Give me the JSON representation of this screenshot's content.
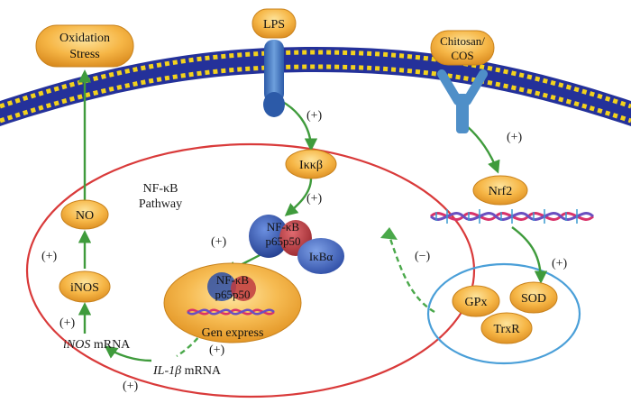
{
  "nodes": {
    "oxidation_stress": [
      "Oxidation",
      "Stress"
    ],
    "lps": "LPS",
    "chitosan": [
      "Chitosan/",
      "COS"
    ],
    "ikkb": "Iκκβ",
    "nrf2": "Nrf2",
    "nfkb_complex": [
      "NF-κB",
      "p65p50"
    ],
    "ikba": "IκBα",
    "nfkb_nucleus": [
      "NF-κB",
      "p65p50"
    ],
    "gen_express": "Gen express",
    "no": "NO",
    "inos": "iNOS",
    "gpx": "GPx",
    "sod": "SOD",
    "trxr": "TrxR"
  },
  "pathway_label": [
    "NF-κB",
    "Pathway"
  ],
  "mrna": {
    "inos_gene": "iNOS",
    "inos_suffix": " mRNA",
    "il1b_gene": "IL-1β",
    "il1b_suffix": " mRNA"
  },
  "signs": {
    "lps_to_ikkb": "(+)",
    "chitosan_to_nrf2": "(+)",
    "ikkb_to_nfkb": "(+)",
    "nfkb_to_nucleus": "(+)",
    "inos_to_no": "(+)",
    "mrna_to_inos": "(+)",
    "gen_to_il1b": "(+)",
    "il1b_to_inos_mrna": "(+)",
    "nrf2_to_enzymes": "(+)",
    "enzymes_inhibit": "(−)"
  },
  "colors": {
    "arrow_green": "#3f9b3c",
    "dashed_green": "#4aa84a",
    "pathway_circle": "#d93a3a",
    "enzyme_circle": "#4a9fd8",
    "pill_orange": "#f4a93a",
    "membrane_blue": "#24319a",
    "membrane_yellow": "#f3d21c",
    "receptor_blue": "#4f8fc8",
    "nfkb_blue": "#2c4fa8",
    "nfkb_red": "#c0393f"
  }
}
